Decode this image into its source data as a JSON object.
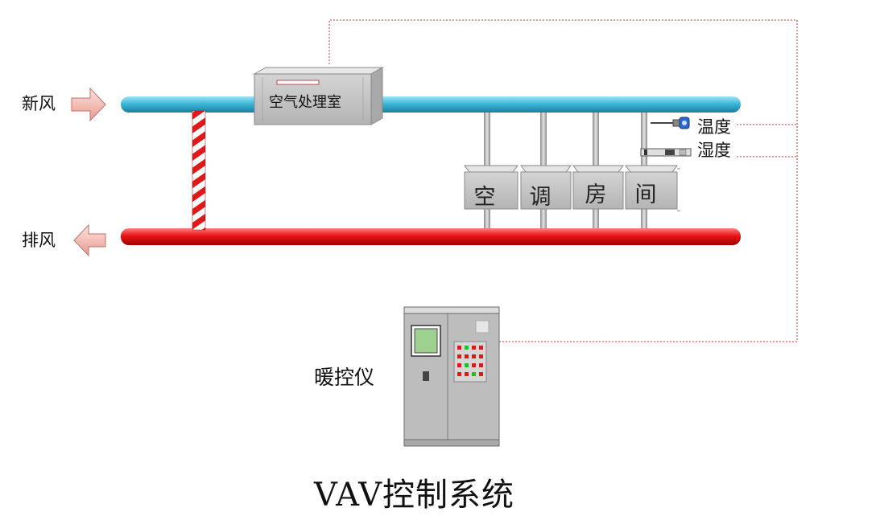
{
  "labels": {
    "fresh_air": "新风",
    "exhaust_air": "排风",
    "ahu": "空气处理室",
    "temperature": "温度",
    "humidity": "湿度",
    "controller": "暖控仪",
    "title": "VAV控制系统"
  },
  "room": {
    "chars": [
      "空",
      "调",
      "房",
      "间"
    ]
  },
  "colors": {
    "supply_duct": "#3fb8d8",
    "exhaust_duct": "#e81414",
    "signal_line": "#d03030",
    "arrow": "#f0b0a8",
    "cabinet": "#c4c4c4",
    "led_red": "#e01818",
    "led_green": "#20c020"
  },
  "controller_panel": {
    "leds": [
      [
        "red",
        "green",
        "red",
        "red"
      ],
      [
        "red",
        "red",
        "red",
        "red"
      ],
      [
        "red",
        "green",
        "red",
        "red"
      ],
      [
        "red",
        "red",
        "green",
        "red"
      ]
    ]
  },
  "icons": [
    "arrow-right-icon",
    "arrow-left-icon",
    "temperature-sensor-icon",
    "humidity-sensor-icon"
  ]
}
